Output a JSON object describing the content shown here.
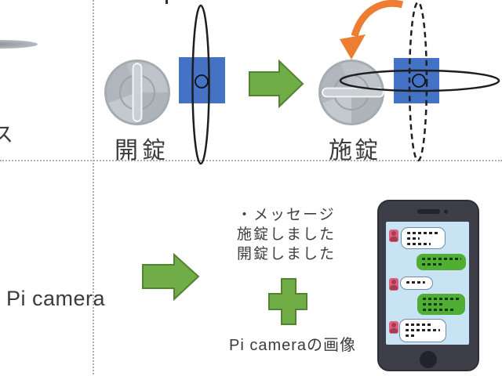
{
  "slide": {
    "top": {
      "unlock_label": "開錠",
      "lock_label": "施錠"
    },
    "bottom": {
      "pi_camera_label": "Pi camera",
      "message_lines": [
        "・メッセージ",
        "施錠しました",
        "開錠しました"
      ],
      "caption": "Pi cameraの画像"
    },
    "fragment_char": "ス",
    "colors": {
      "accent_blue": "#4472C4",
      "accent_green": "#70AD47",
      "green_border": "#548235",
      "accent_orange": "#ED7D31",
      "guide_gray": "#B0B0B0",
      "lock_gray": "#B8BEC3",
      "phone_body": "#3E3E49",
      "phone_screen": "#C8E3F4",
      "bubble_green": "#4FAE33",
      "avatar_pink": "#DD5F79",
      "text_dark": "#3C3C3C"
    }
  }
}
